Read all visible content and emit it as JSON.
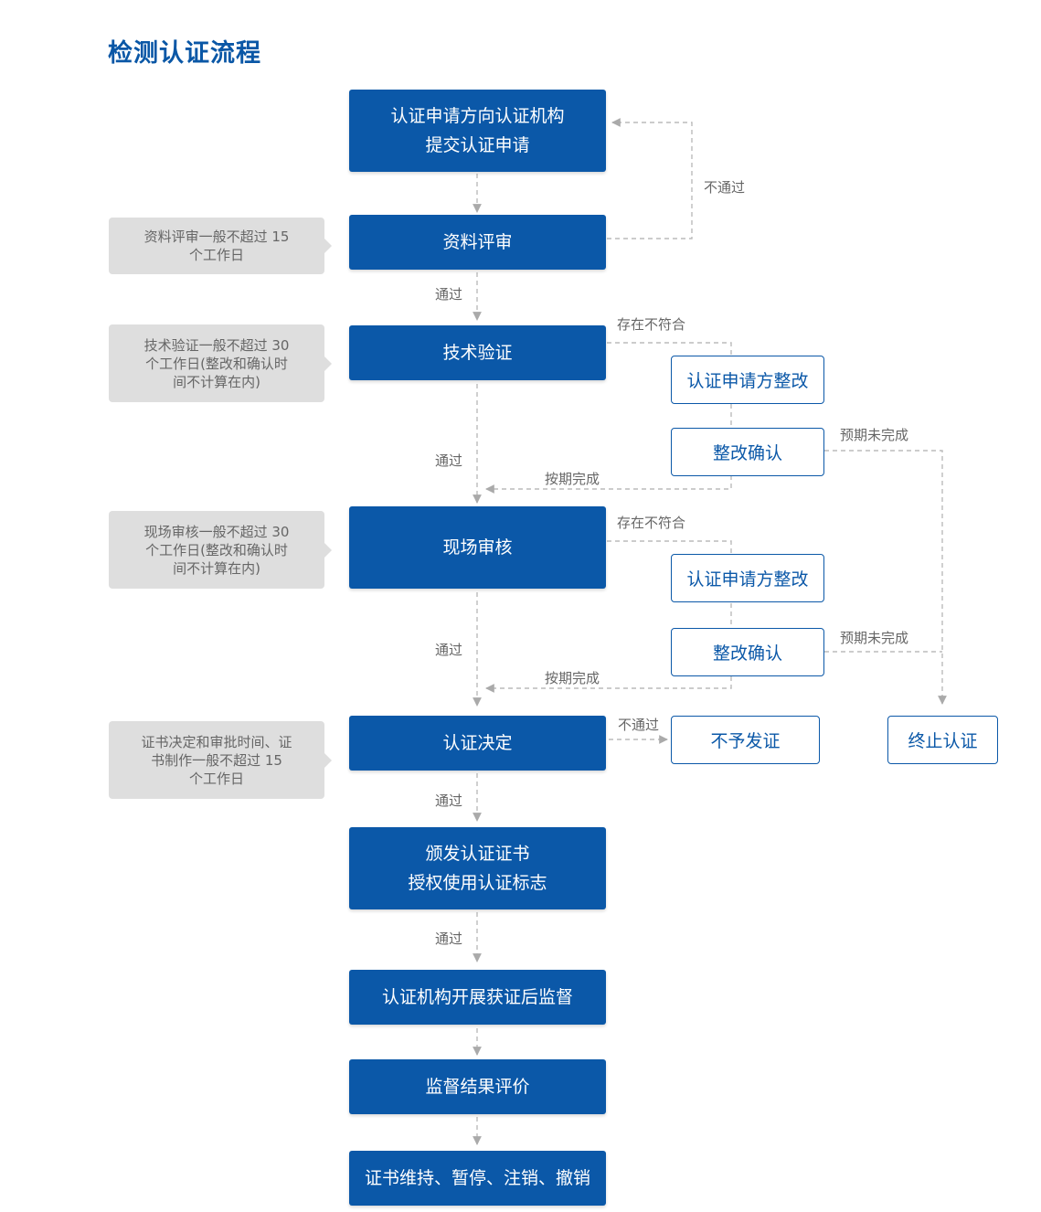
{
  "title": "检测认证流程",
  "colors": {
    "brand_blue": "#0b58a8",
    "title_blue": "#0a57a6",
    "note_bg": "#dedede",
    "line_gray": "#bbbbbb"
  },
  "steps": {
    "submit": [
      "认证申请方向认证机构",
      "提交认证申请"
    ],
    "doc_review": [
      "资料评审"
    ],
    "tech_verify": [
      "技术验证"
    ],
    "onsite_audit": [
      "现场审核"
    ],
    "decision": [
      "认证决定"
    ],
    "issue_cert": [
      "颁发认证证书",
      "授权使用认证标志"
    ],
    "post_supervision": [
      "认证机构开展获证后监督"
    ],
    "supervision_eval": [
      "监督结果评价"
    ],
    "maintain": [
      "证书维持、暂停、注销、撤销"
    ]
  },
  "side_boxes": {
    "rectify_1": "认证申请方整改",
    "confirm_1": "整改确认",
    "rectify_2": "认证申请方整改",
    "confirm_2": "整改确认",
    "no_cert": "不予发证",
    "terminate": "终止认证"
  },
  "notes": {
    "doc_review": [
      "资料评审一般不超过 15",
      "个工作日"
    ],
    "tech_verify": [
      "技术验证一般不超过 30",
      "个工作日(整改和确认时",
      "间不计算在内)"
    ],
    "onsite_audit": [
      "现场审核一般不超过 30",
      "个工作日(整改和确认时",
      "间不计算在内)"
    ],
    "decision": [
      "证书决定和审批时间、证",
      "书制作一般不超过 15",
      "个工作日"
    ]
  },
  "labels": {
    "fail_back": "不通过",
    "pass_1": "通过",
    "nonconform_1": "存在不符合",
    "pass_2": "通过",
    "overdue_1": "预期未完成",
    "ontime_1": "按期完成",
    "nonconform_2": "存在不符合",
    "pass_3": "通过",
    "overdue_2": "预期未完成",
    "ontime_2": "按期完成",
    "fail_decision": "不通过",
    "pass_4": "通过",
    "pass_5": "通过"
  }
}
